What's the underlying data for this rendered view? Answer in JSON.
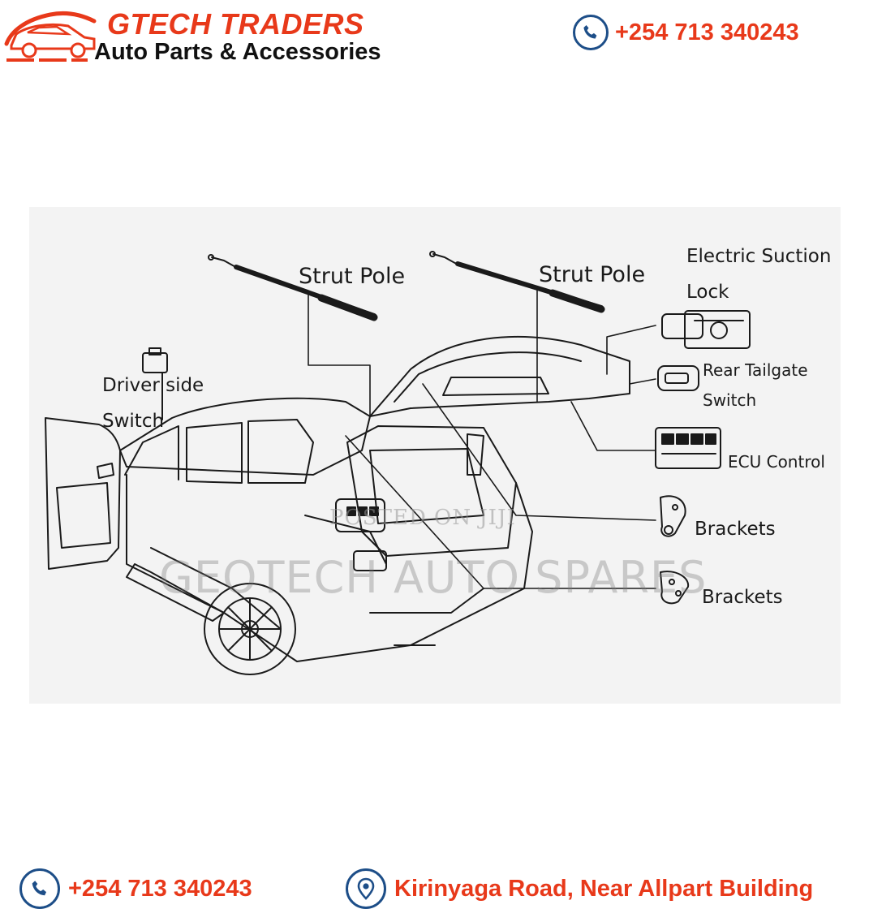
{
  "header": {
    "brand": "GTECH TRADERS",
    "tagline": "Auto Parts & Accessories",
    "phone": "+254 713 340243"
  },
  "diagram": {
    "labels": {
      "strut_pole_left": "Strut Pole",
      "strut_pole_right": "Strut Pole",
      "electric_suction_line1": "Electric Suction",
      "electric_suction_line2": "Lock",
      "driver_side_line1": "Driver side",
      "driver_side_line2": "Switch",
      "rear_tailgate_line1": "Rear Tailgate",
      "rear_tailgate_line2": "Switch",
      "ecu_control": "ECU Control",
      "brackets_upper": "Brackets",
      "brackets_lower": "Brackets"
    },
    "watermark_small": "POSTED ON JIJI",
    "watermark_large": "GEOTECH AUTO SPARES"
  },
  "footer": {
    "phone": "+254 713 340243",
    "address": "Kirinyaga Road, Near Allpart Building"
  },
  "colors": {
    "brand_red": "#e8391a",
    "icon_blue": "#1d4e88",
    "line_art": "#1a1a1a",
    "diagram_bg": "#f3f3f3"
  },
  "icons": [
    "car-logo-icon",
    "phone-icon",
    "location-pin-icon"
  ]
}
